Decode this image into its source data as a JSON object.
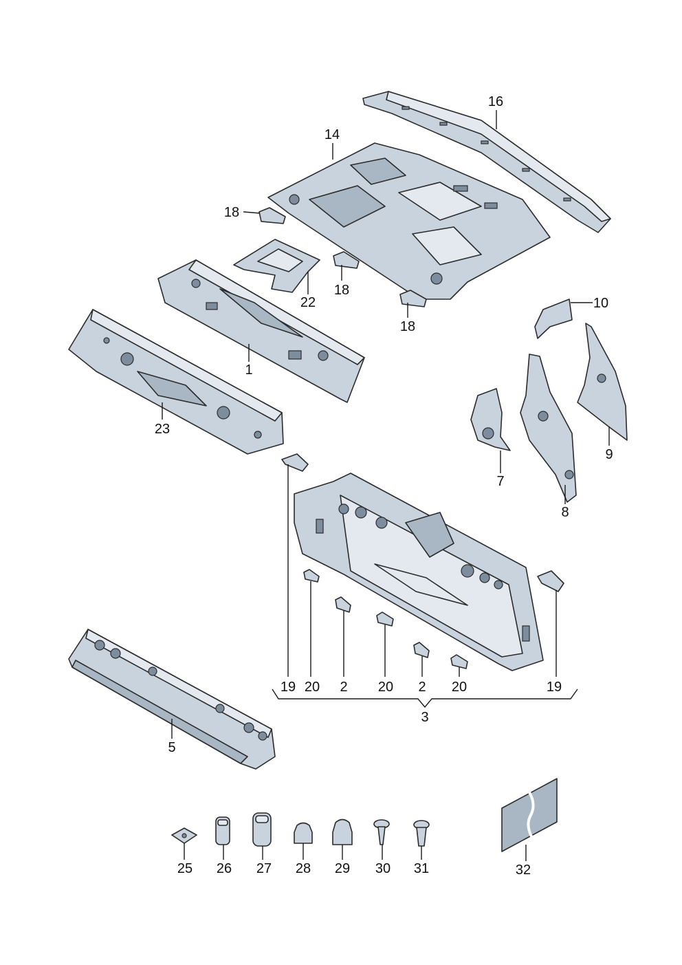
{
  "callouts": {
    "c16": "16",
    "c14": "14",
    "c18a": "18",
    "c18b": "18",
    "c18c": "18",
    "c22": "22",
    "c1": "1",
    "c23": "23",
    "c10": "10",
    "c9": "9",
    "c7": "7",
    "c8": "8",
    "c19a": "19",
    "c20a": "20",
    "c2a": "2",
    "c20b": "20",
    "c2b": "2",
    "c20c": "20",
    "c19b": "19",
    "c3": "3",
    "c5": "5",
    "c25": "25",
    "c26": "26",
    "c27": "27",
    "c28": "28",
    "c29": "29",
    "c30": "30",
    "c31": "31",
    "c32": "32"
  },
  "colors": {
    "part": "#c9d3de",
    "part_dark": "#a9b6c4",
    "outline": "#2b2b2b"
  }
}
